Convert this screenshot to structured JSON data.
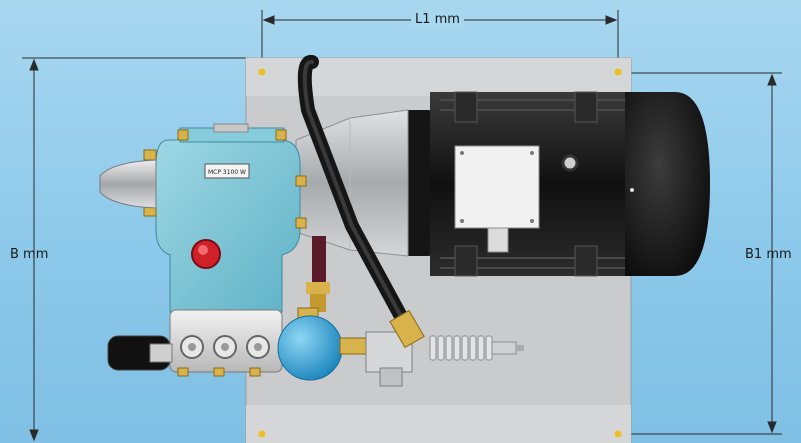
{
  "dimensions": {
    "length_label": "L1 mm",
    "height_label": "B mm",
    "height_inner_label": "B1 mm"
  },
  "pump": {
    "model_plate": "MCP 3100 W"
  },
  "colors": {
    "background": "#8dc9ea",
    "baseplate": "#c9cbcd",
    "pump_body": "#7cc4d4",
    "motor": "#1c1c1c",
    "brass": "#d8b24a",
    "relief_cap": "#d0202a",
    "accumulator": "#3aa7d6"
  }
}
